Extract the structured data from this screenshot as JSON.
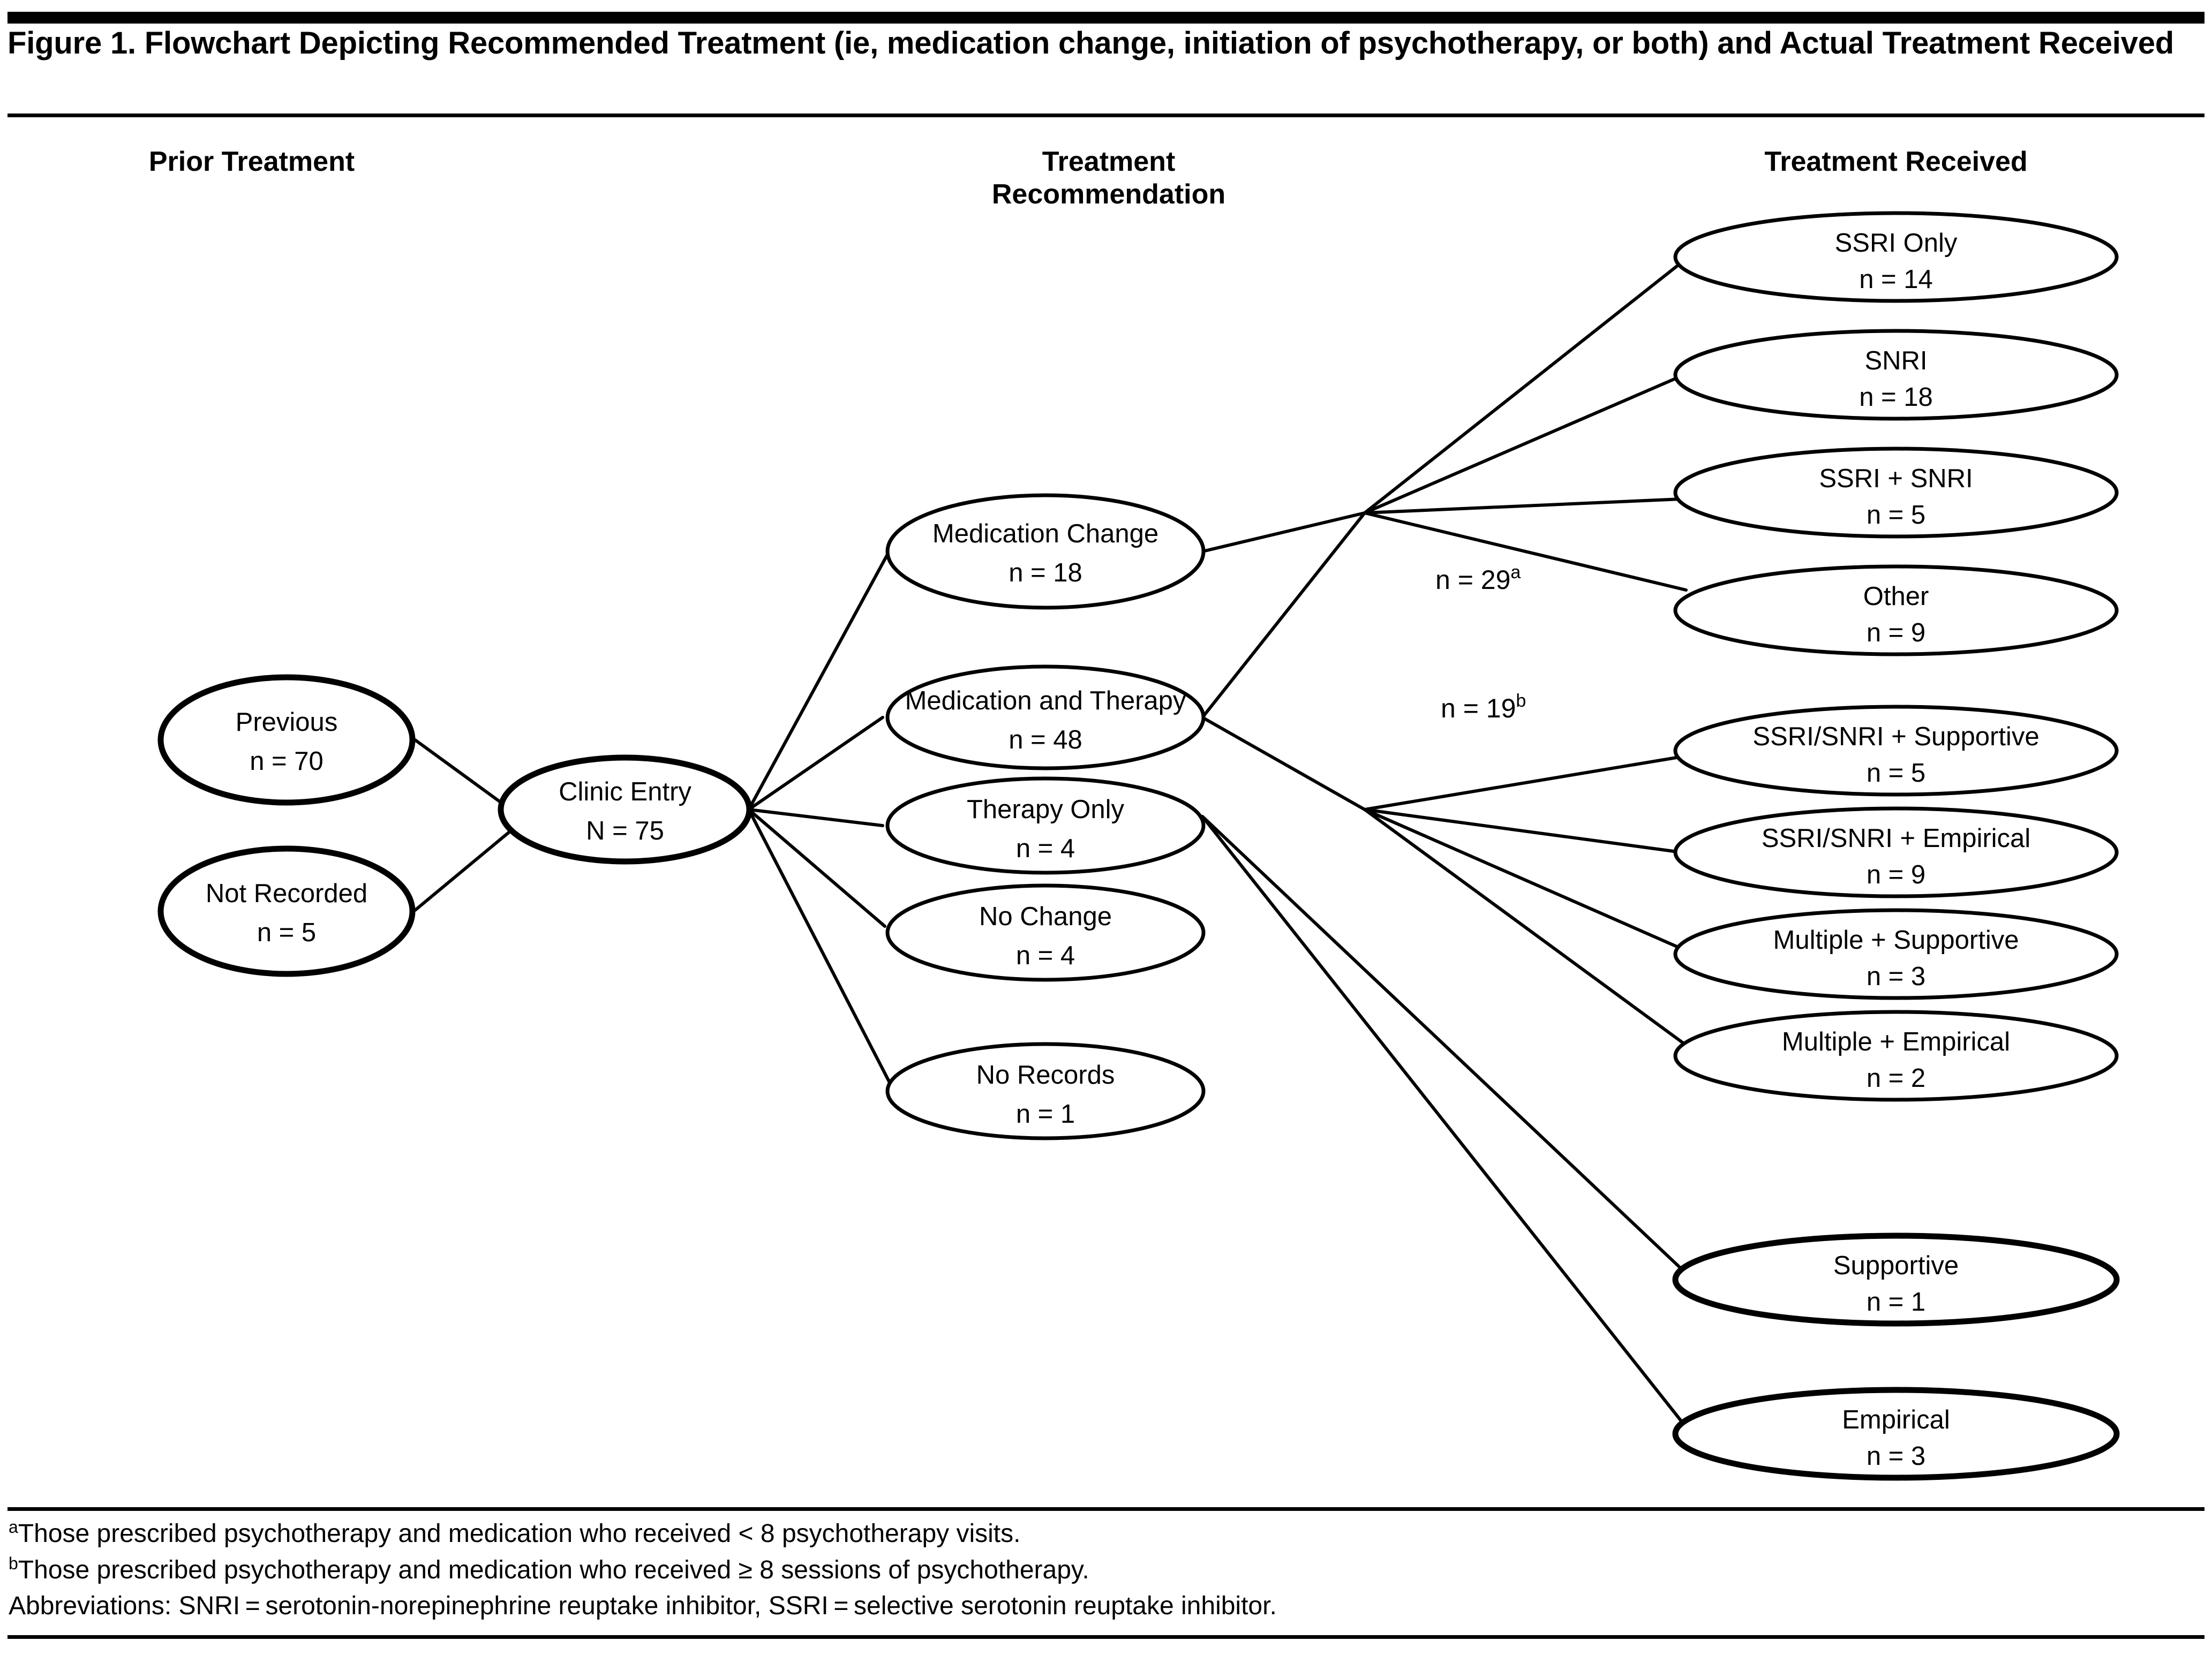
{
  "figure": {
    "title": "Figure 1. Flowchart Depicting Recommended Treatment (ie, medication change, initiation of psychotherapy, or both) and Actual Treatment Received"
  },
  "columns": {
    "prior": "Prior Treatment",
    "recommendation": "Treatment\nRecommendation",
    "recommendation_line1": "Treatment",
    "recommendation_line2": "Recommendation",
    "received": "Treatment Received"
  },
  "chart_data": {
    "type": "diagram",
    "title": "Flowchart Depicting Recommended Treatment and Actual Treatment Received",
    "nodes": [
      {
        "id": "previous",
        "column": "prior",
        "label": "Previous",
        "count": "n = 70",
        "shape": "ellipse"
      },
      {
        "id": "not-recorded",
        "column": "prior",
        "label": "Not Recorded",
        "count": "n = 5",
        "shape": "ellipse"
      },
      {
        "id": "clinic-entry",
        "column": "entry",
        "label": "Clinic Entry",
        "count": "N = 75",
        "shape": "ellipse"
      },
      {
        "id": "medication-change",
        "column": "recommendation",
        "label": "Medication Change",
        "count": "n = 18",
        "shape": "ellipse"
      },
      {
        "id": "medication-and-therapy",
        "column": "recommendation",
        "label": "Medication and Therapy",
        "count": "n = 48",
        "shape": "ellipse"
      },
      {
        "id": "therapy-only",
        "column": "recommendation",
        "label": "Therapy Only",
        "count": "n = 4",
        "shape": "ellipse"
      },
      {
        "id": "no-change",
        "column": "recommendation",
        "label": "No Change",
        "count": "n = 4",
        "shape": "ellipse"
      },
      {
        "id": "no-records",
        "column": "recommendation",
        "label": "No Records",
        "count": "n = 1",
        "shape": "ellipse"
      },
      {
        "id": "ssri-only",
        "column": "received",
        "label": "SSRI Only",
        "count": "n = 14",
        "shape": "ellipse"
      },
      {
        "id": "snri",
        "column": "received",
        "label": "SNRI",
        "count": "n = 18",
        "shape": "ellipse"
      },
      {
        "id": "ssri-snri",
        "column": "received",
        "label": "SSRI + SNRI",
        "count": "n = 5",
        "shape": "ellipse"
      },
      {
        "id": "other",
        "column": "received",
        "label": "Other",
        "count": "n = 9",
        "shape": "ellipse"
      },
      {
        "id": "ssri-snri-supportive",
        "column": "received",
        "label": "SSRI/SNRI + Supportive",
        "count": "n = 5",
        "shape": "ellipse"
      },
      {
        "id": "ssri-snri-empirical",
        "column": "received",
        "label": "SSRI/SNRI + Empirical",
        "count": "n = 9",
        "shape": "ellipse"
      },
      {
        "id": "multiple-supportive",
        "column": "received",
        "label": "Multiple + Supportive",
        "count": "n = 3",
        "shape": "ellipse"
      },
      {
        "id": "multiple-empirical",
        "column": "received",
        "label": "Multiple + Empirical",
        "count": "n = 2",
        "shape": "ellipse"
      },
      {
        "id": "supportive",
        "column": "received",
        "label": "Supportive",
        "count": "n = 1",
        "shape": "ellipse"
      },
      {
        "id": "empirical",
        "column": "received",
        "label": "Empirical",
        "count": "n = 3",
        "shape": "ellipse"
      }
    ],
    "edge_labels": [
      {
        "id": "edge-label-29",
        "value": "n = 29",
        "superscript": "a"
      },
      {
        "id": "edge-label-19",
        "value": "n = 19",
        "superscript": "b"
      }
    ],
    "edges": [
      {
        "from": "previous",
        "to": "clinic-entry"
      },
      {
        "from": "not-recorded",
        "to": "clinic-entry"
      },
      {
        "from": "clinic-entry",
        "to": "medication-change"
      },
      {
        "from": "clinic-entry",
        "to": "medication-and-therapy"
      },
      {
        "from": "clinic-entry",
        "to": "therapy-only"
      },
      {
        "from": "clinic-entry",
        "to": "no-change"
      },
      {
        "from": "clinic-entry",
        "to": "no-records"
      },
      {
        "from": "medication-change",
        "to": "ssri-only"
      },
      {
        "from": "medication-change",
        "to": "snri"
      },
      {
        "from": "medication-change",
        "to": "ssri-snri"
      },
      {
        "from": "medication-change",
        "to": "other"
      },
      {
        "from": "medication-and-therapy",
        "to": "ssri-only",
        "label": "n = 29a"
      },
      {
        "from": "medication-and-therapy",
        "to": "snri",
        "label": "n = 29a"
      },
      {
        "from": "medication-and-therapy",
        "to": "ssri-snri",
        "label": "n = 29a"
      },
      {
        "from": "medication-and-therapy",
        "to": "other",
        "label": "n = 29a"
      },
      {
        "from": "medication-and-therapy",
        "to": "ssri-snri-supportive",
        "label": "n = 19b"
      },
      {
        "from": "medication-and-therapy",
        "to": "ssri-snri-empirical",
        "label": "n = 19b"
      },
      {
        "from": "medication-and-therapy",
        "to": "multiple-supportive",
        "label": "n = 19b"
      },
      {
        "from": "medication-and-therapy",
        "to": "multiple-empirical",
        "label": "n = 19b"
      },
      {
        "from": "therapy-only",
        "to": "supportive"
      },
      {
        "from": "therapy-only",
        "to": "empirical"
      }
    ]
  },
  "footnotes": {
    "a_marker": "a",
    "a_text": "Those prescribed psychotherapy and medication who received < 8 psychotherapy visits.",
    "b_marker": "b",
    "b_text": "Those prescribed psychotherapy and medication who received ≥ 8 sessions of psychotherapy.",
    "abbreviations": "Abbreviations: SNRI = serotonin-norepinephrine reuptake inhibitor, SSRI = selective serotonin reuptake inhibitor."
  }
}
